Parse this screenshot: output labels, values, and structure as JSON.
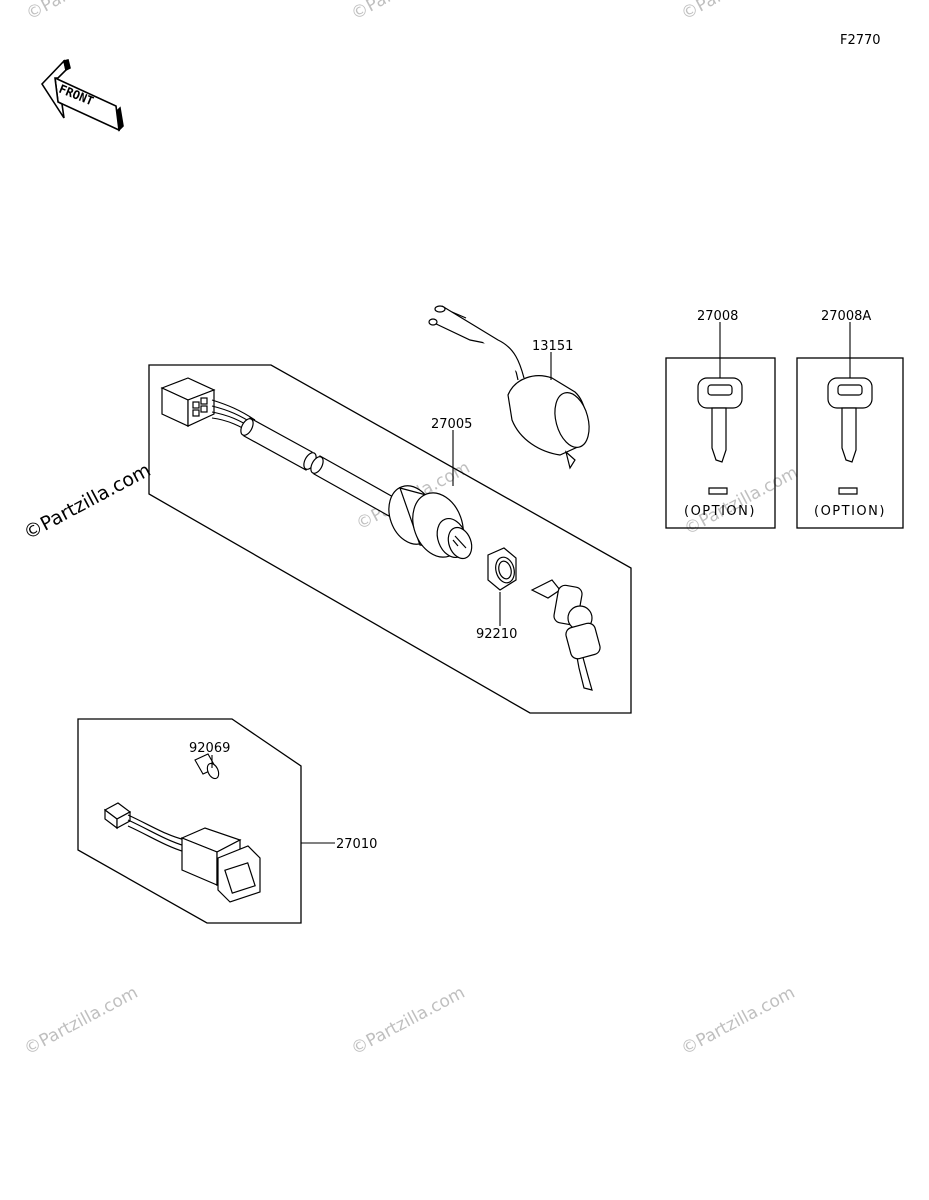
{
  "figure_code": "F2770",
  "front_label": "FRONT",
  "watermark": {
    "text": "©Partzilla.com"
  },
  "parts": {
    "p13151": "13151",
    "p27005": "27005",
    "p27008": "27008",
    "p27008a": "27008A",
    "p92210": "92210",
    "p92069": "92069",
    "p27010": "27010"
  },
  "option_label": "(OPTION)"
}
